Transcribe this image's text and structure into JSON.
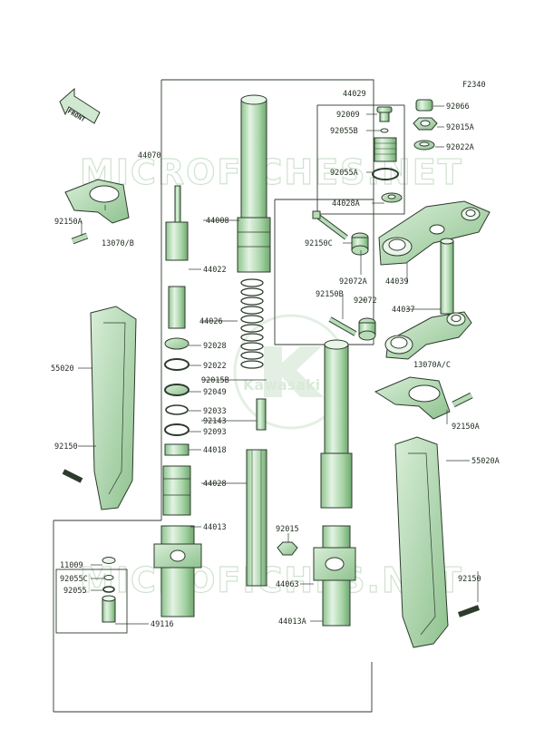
{
  "figure_id": "F2340",
  "front_label": "FRONT",
  "watermark": {
    "text": "MICROFICHES.NET",
    "logo_text": "Kawasaki"
  },
  "part_numbers": [
    "44029",
    "92009",
    "92055B",
    "92055A",
    "44028A",
    "92066",
    "92015A",
    "92022A",
    "44070",
    "92150A",
    "13070/B",
    "44008",
    "44022",
    "44026",
    "92028",
    "92022",
    "92015B",
    "92049",
    "92033",
    "92143",
    "92093",
    "44018",
    "44028",
    "44013",
    "55020",
    "92150",
    "92150C",
    "92072A",
    "44039",
    "92150B",
    "92072",
    "44037",
    "13070A/C",
    "92150A",
    "55020A",
    "92015",
    "44063",
    "44013A",
    "11009",
    "92055C",
    "92055",
    "49116",
    "92150"
  ],
  "colors": {
    "line": "#2d3b2d",
    "part_fill": "#b7dcb7",
    "part_shade": "#7fb57f",
    "part_dark": "#5b965b",
    "watermark": "#cfe3cf"
  }
}
